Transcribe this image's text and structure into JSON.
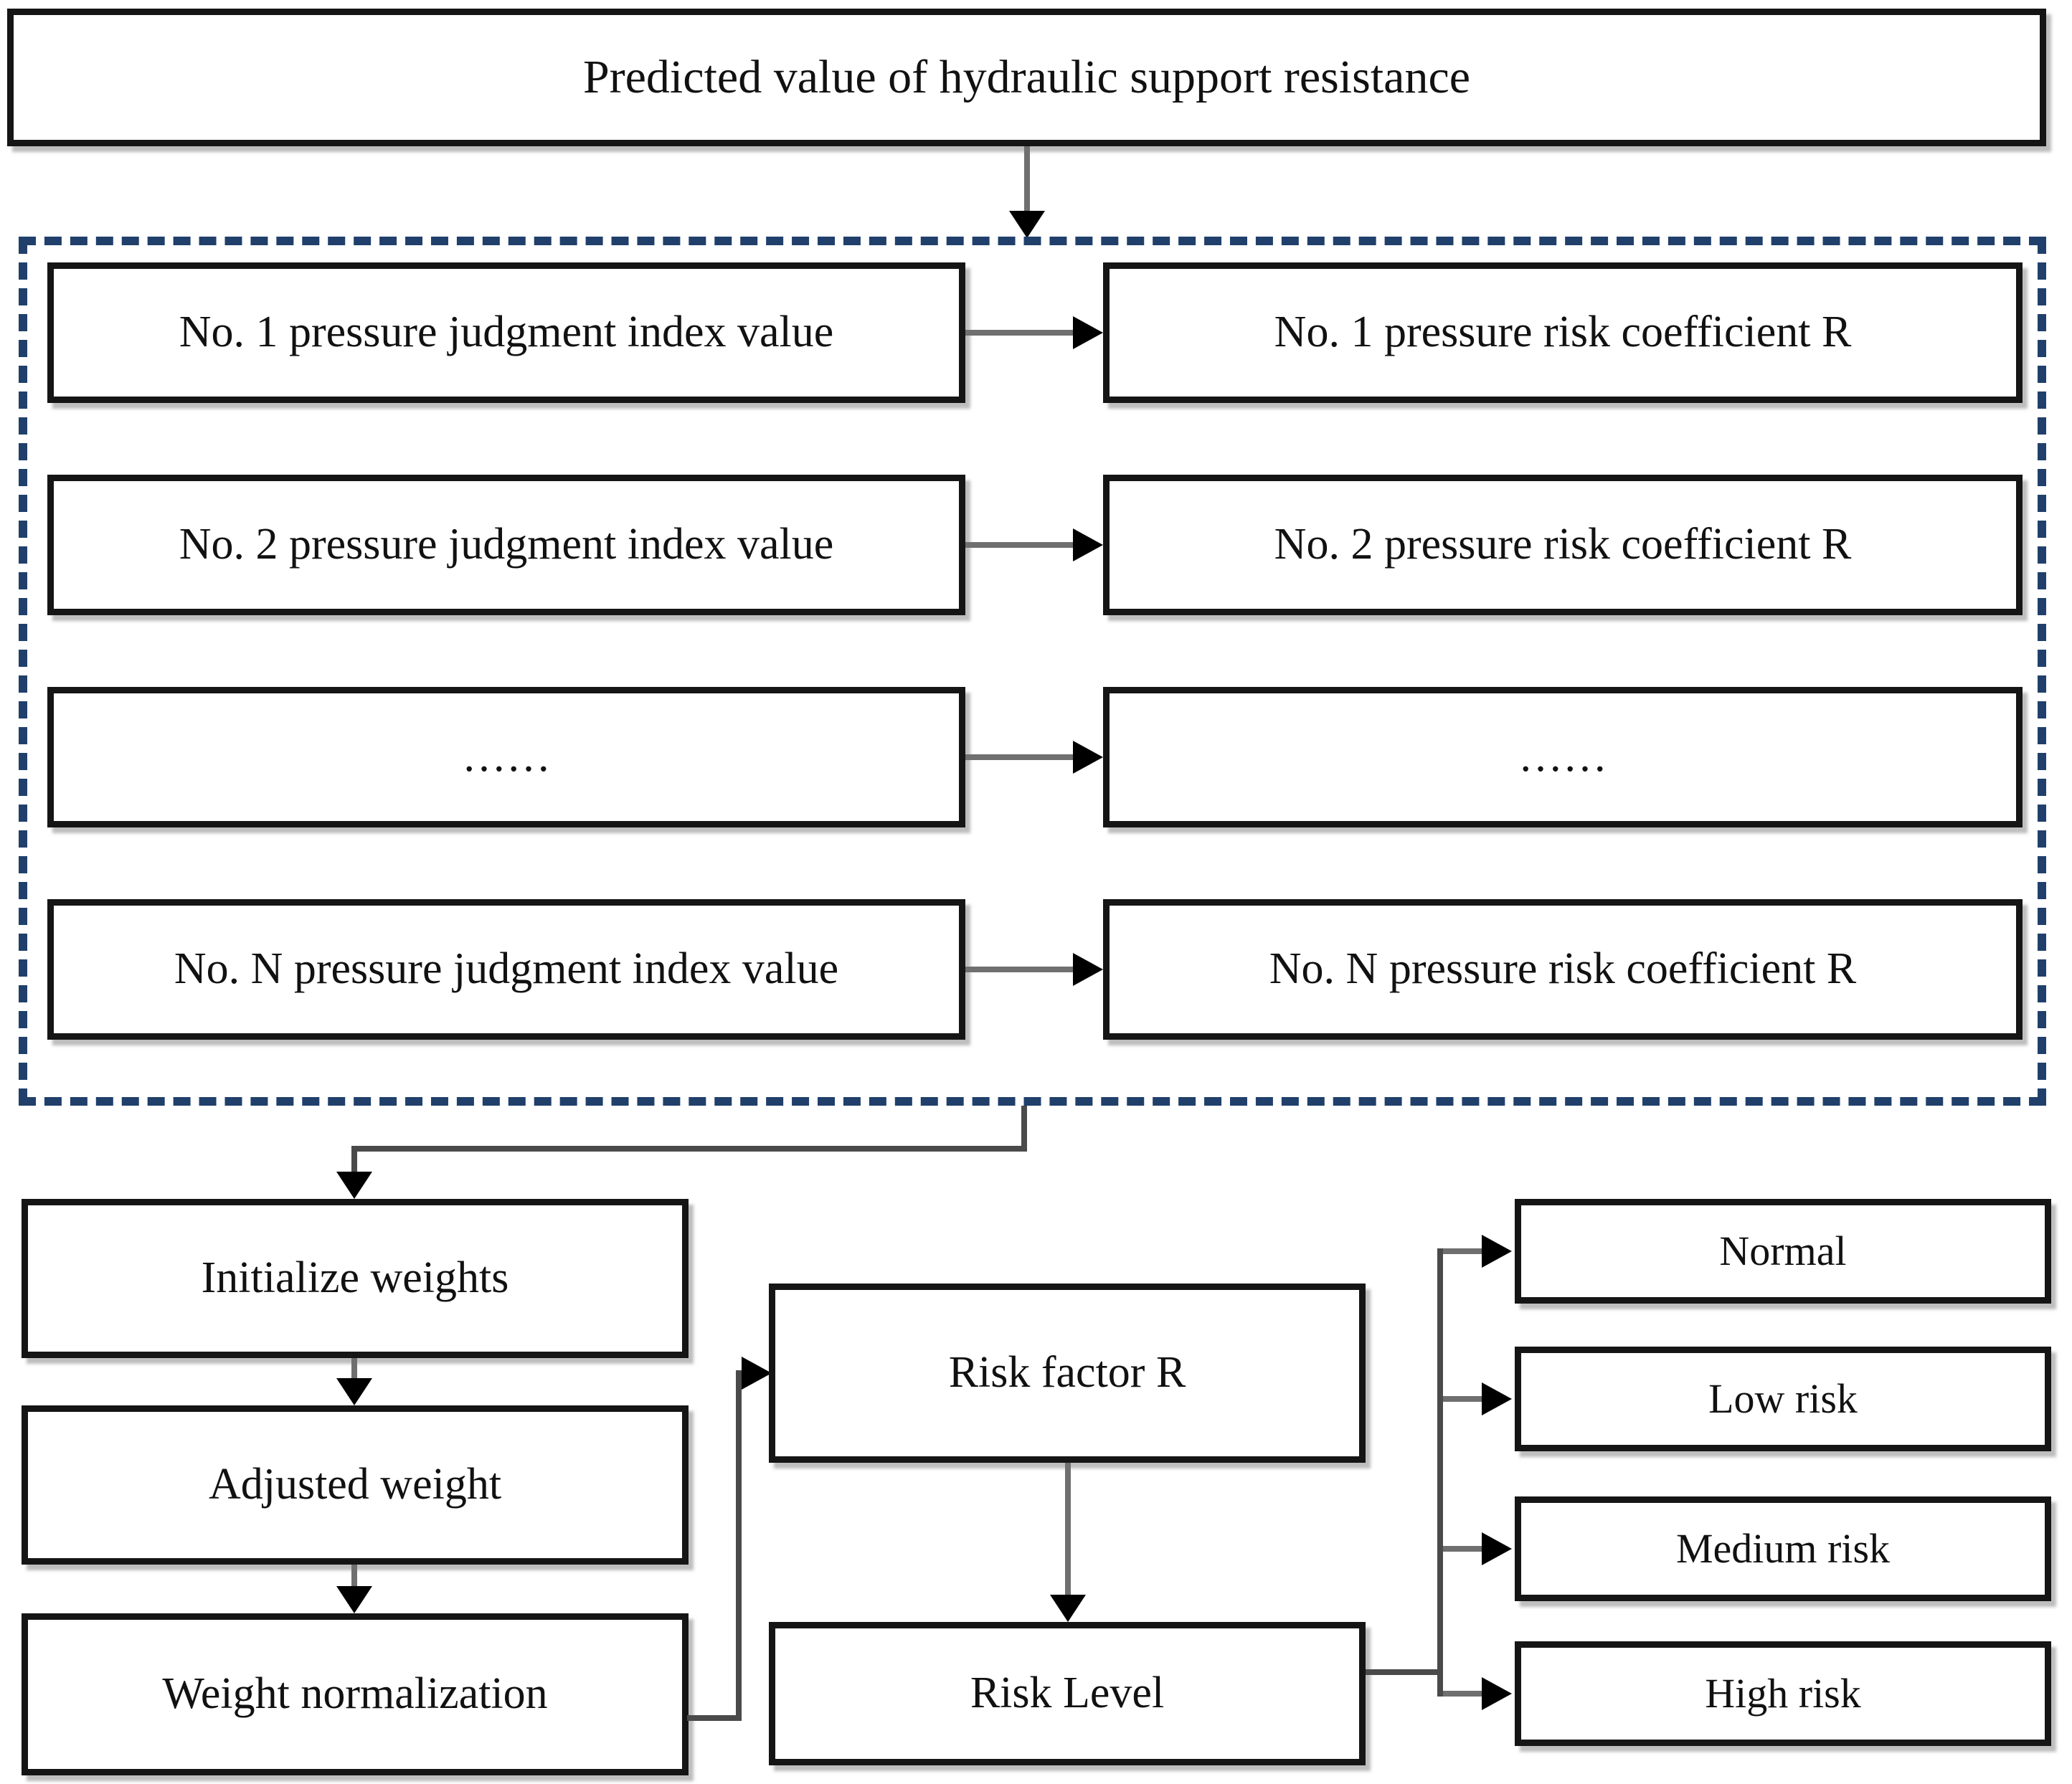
{
  "diagram": {
    "top_box": "Predicted value of hydraulic support resistance",
    "rows": [
      {
        "left": "No. 1 pressure judgment index value",
        "right": "No. 1 pressure risk coefficient R"
      },
      {
        "left": "No. 2 pressure judgment index value",
        "right": "No. 2 pressure risk coefficient R"
      },
      {
        "left": "……",
        "right": "……"
      },
      {
        "left": "No. N pressure judgment index value",
        "right": "No. N pressure risk coefficient R"
      }
    ],
    "weights": {
      "initialize": "Initialize weights",
      "adjusted": "Adjusted weight",
      "normalize": "Weight normalization"
    },
    "risk_factor": "Risk factor R",
    "risk_level": "Risk Level",
    "levels": [
      "Normal",
      "Low risk",
      "Medium risk",
      "High risk"
    ],
    "colors": {
      "dashed_border": "#20406b",
      "connector_line": "#6f6f6f",
      "box_border": "#151515",
      "arrowhead": "#000000",
      "background": "#ffffff"
    }
  }
}
